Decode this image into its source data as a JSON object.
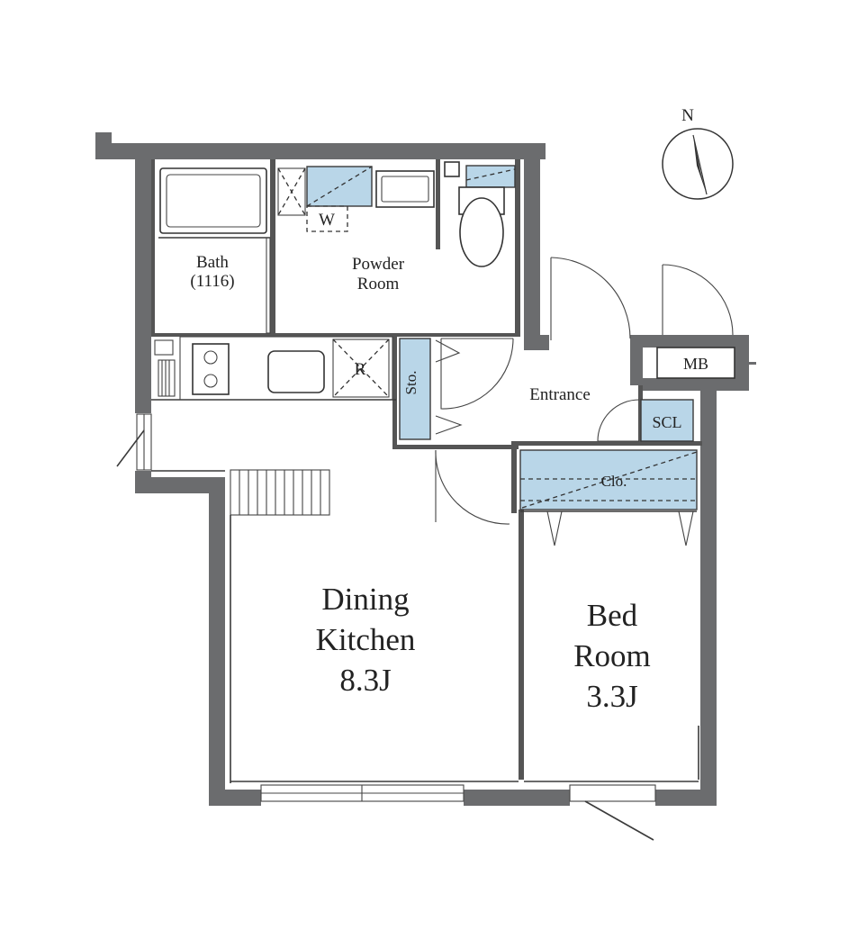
{
  "compass": {
    "north_label": "N"
  },
  "rooms": {
    "bath": {
      "name": "Bath",
      "size": "(1116)"
    },
    "powder": {
      "line1": "Powder",
      "line2": "Room"
    },
    "washer": {
      "label": "W"
    },
    "fridge": {
      "label": "R"
    },
    "storage": {
      "label": "Sto."
    },
    "entrance": {
      "label": "Entrance"
    },
    "mb": {
      "label": "MB"
    },
    "scl": {
      "label": "SCL"
    },
    "closet": {
      "label": "Clo."
    },
    "dining": {
      "line1": "Dining",
      "line2": "Kitchen",
      "size": "8.3J"
    },
    "bed": {
      "line1": "Bed",
      "line2": "Room",
      "size": "3.3J"
    }
  },
  "colors": {
    "wall": "#6b6c6e",
    "storage_fill": "#b9d6e8"
  }
}
